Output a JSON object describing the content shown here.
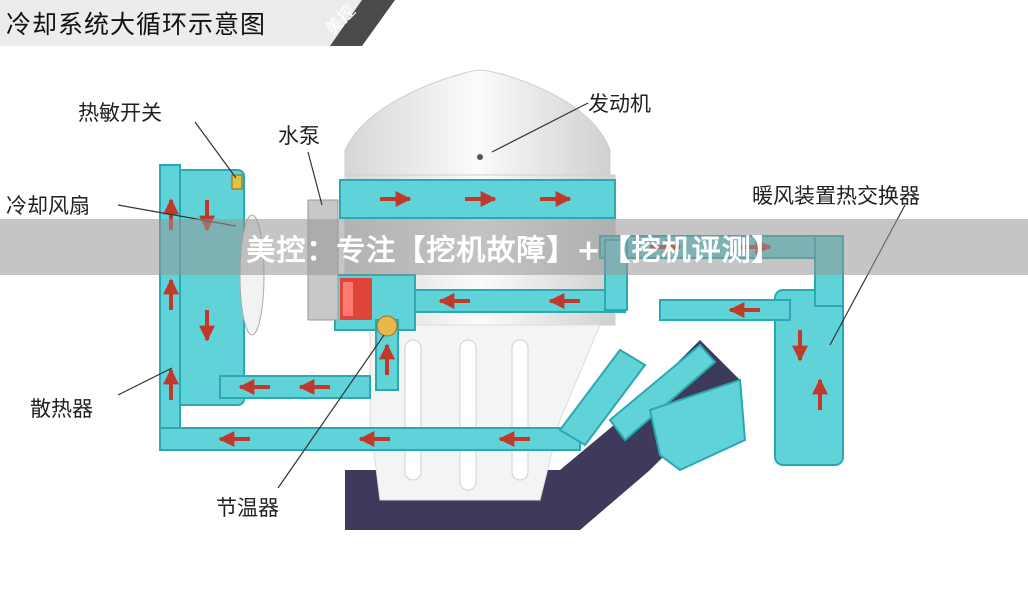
{
  "title": "冷却系统大循环示意图",
  "watermark_small": "美控",
  "labels": {
    "thermo_switch": "热敏开关",
    "water_pump": "水泵",
    "engine": "发动机",
    "cooling_fan": "冷却风扇",
    "heater_core": "暖风装置热交换器",
    "radiator": "散热器",
    "thermostat": "节温器"
  },
  "banner": "美控：专注【挖机故障】+【挖机评测】",
  "colors": {
    "coolant": "#5fd3d8",
    "coolant_edge": "#2aa9b2",
    "arrow": "#c0392b",
    "engine_body": "#e6e6e6",
    "exhaust": "#3d3a5c",
    "pump": "#e0453a"
  }
}
